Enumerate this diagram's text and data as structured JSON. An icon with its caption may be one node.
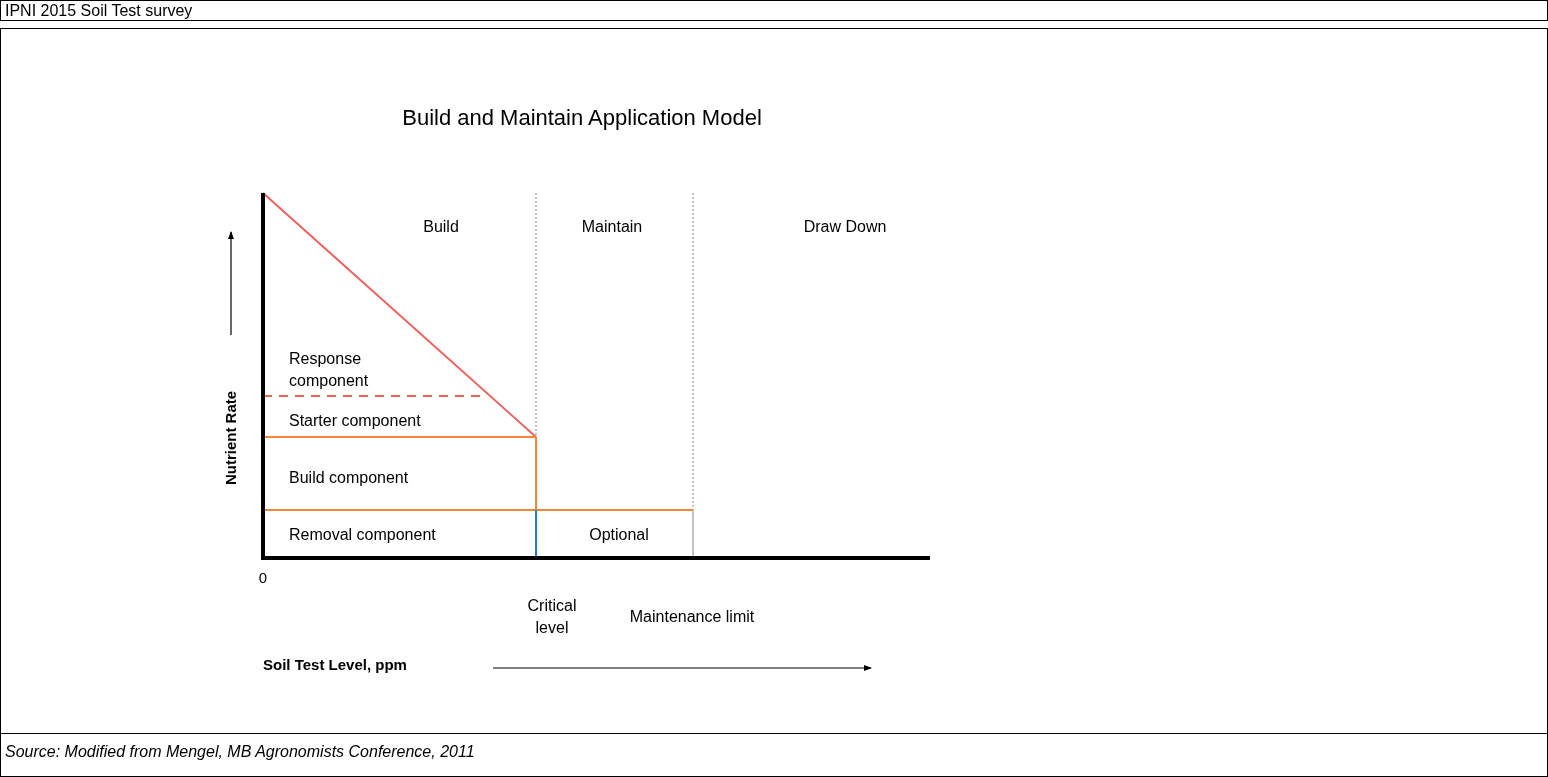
{
  "diagram": {
    "title": "IPNI 2015 Soil Test survey",
    "caption": "Source: Modified from Mengel, MB Agronomists Conference, 2011",
    "labels": [
      "Build and Maintain Application Model",
      "Build",
      "Maintain",
      "Draw Down",
      "Nutrient Rate",
      "Response component",
      "Starter component",
      "Build component",
      "Removal component",
      "Optional",
      "0",
      "Critical level",
      "Maintenance limit",
      "Soil Test Level, ppm"
    ]
  }
}
